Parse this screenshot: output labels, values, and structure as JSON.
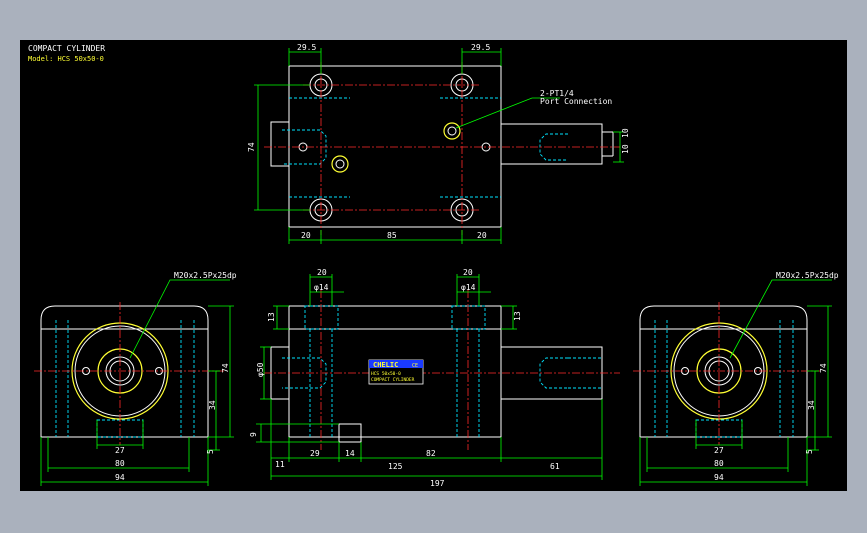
{
  "title": "COMPACT CYLINDER",
  "model": "Model: HCS 50x50-0",
  "callouts": {
    "port": "2-PT1/4",
    "port_sub": "Port Connection",
    "thread_left": "M20x2.5Px25dp",
    "thread_right": "M20x2.5Px25dp"
  },
  "nameplate": {
    "brand": "CHELIC",
    "brand_tag": "CE",
    "model": "HCS 50x50-0",
    "desc": "COMPACT CYLINDER"
  },
  "dims": {
    "top_29_5_left": "29.5",
    "top_29_5_right": "29.5",
    "top_74": "74",
    "top_10_a": "10",
    "top_10_b": "10",
    "top_20_left": "20",
    "top_85": "85",
    "top_20_right": "20",
    "front_20_left": "20",
    "front_20_right": "20",
    "front_phi14_left": "φ14",
    "front_phi14_right": "φ14",
    "front_13_left": "13",
    "front_13_right": "13",
    "front_phi50": "φ50",
    "front_9": "9",
    "front_11": "11",
    "front_29": "29",
    "front_14": "14",
    "front_82": "82",
    "front_125": "125",
    "front_61": "61",
    "front_197": "197",
    "left_27": "27",
    "left_80": "80",
    "left_94": "94",
    "left_74": "74",
    "left_34": "34",
    "left_5": "5",
    "right_27": "27",
    "right_80": "80",
    "right_94": "94",
    "right_74": "74",
    "right_34": "34",
    "right_5": "5"
  }
}
